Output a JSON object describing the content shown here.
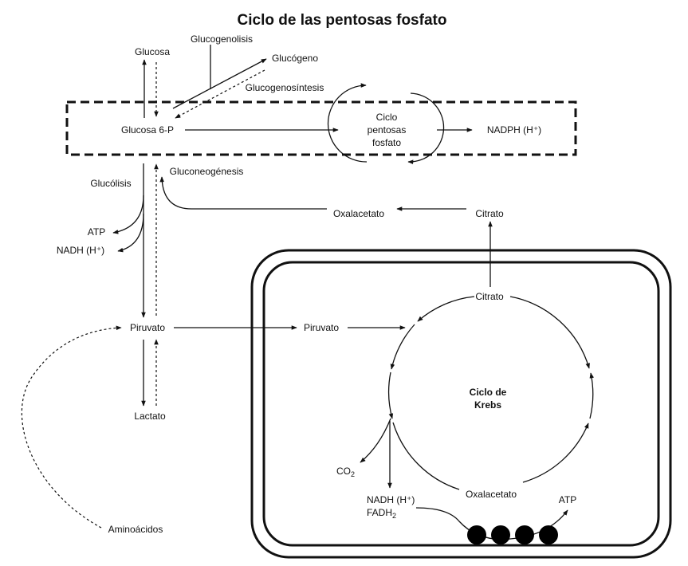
{
  "title": "Ciclo de las pentosas fosfato",
  "labels": {
    "glucosa": "Glucosa",
    "glucogenolisis": "Glucogenolisis",
    "glucogeno": "Glucógeno",
    "glucogenosintesis": "Glucogenosíntesis",
    "glucosa6p": "Glucosa 6-P",
    "ciclo_pentosas_l1": "Ciclo",
    "ciclo_pentosas_l2": "pentosas",
    "ciclo_pentosas_l3": "fosfato",
    "nadph": "NADPH (H⁺)",
    "glucolisis": "Glucólisis",
    "gluconeogenesis": "Gluconeogénesis",
    "atp_left": "ATP",
    "nadh_left": "NADH (H⁺)",
    "oxalacetato_top": "Oxalacetato",
    "citrato_top": "Citrato",
    "piruvato_left": "Piruvato",
    "piruvato_mito": "Piruvato",
    "citrato_cycle": "Citrato",
    "krebs_l1": "Ciclo de",
    "krebs_l2": "Krebs",
    "lactato": "Lactato",
    "co2": "CO",
    "co2_sub": "2",
    "nadh_bottom": "NADH (H⁺)",
    "fadh": "FADH",
    "fadh_sub": "2",
    "oxalacetato_cycle": "Oxalacetato",
    "atp_right": "ATP",
    "aminoacidos": "Aminoácidos"
  }
}
